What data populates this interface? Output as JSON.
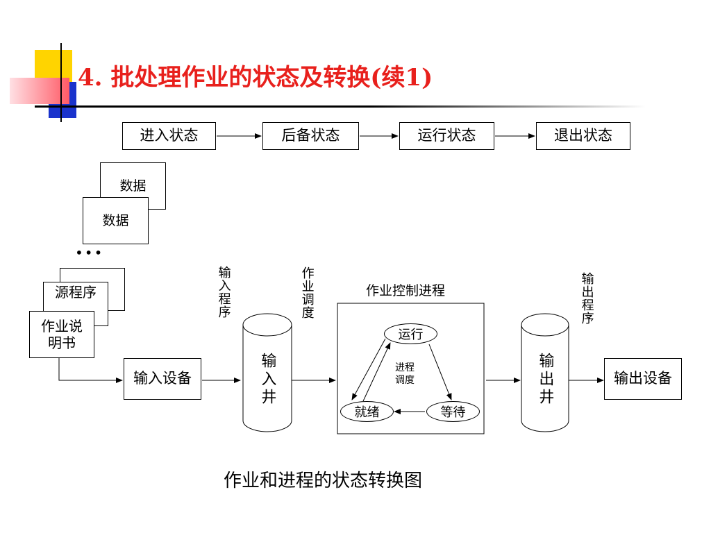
{
  "title": "4. 批处理作业的状态及转换(续1)",
  "states": [
    "进入状态",
    "后备状态",
    "运行状态",
    "退出状态"
  ],
  "data_card_back": "数据",
  "data_card_front": "数据",
  "ellipsis": "•••",
  "source_program": "源程序",
  "job_spec": "作业说\n明书",
  "input_device": "输入设备",
  "input_program": "输入程序",
  "input_well": "输入井",
  "job_scheduling": "作业调度",
  "job_control_process": "作业控制进程",
  "process_run": "运行",
  "process_ready": "就绪",
  "process_wait": "等待",
  "process_scheduling": "进程\n调度",
  "output_program": "输出程序",
  "output_well": "输出井",
  "output_device": "输出设备",
  "caption": "作业和进程的状态转换图",
  "colors": {
    "title": "#e8201c",
    "yellow": "#ffd400",
    "blue": "#1a33cc",
    "pink": "#ff5a66"
  }
}
